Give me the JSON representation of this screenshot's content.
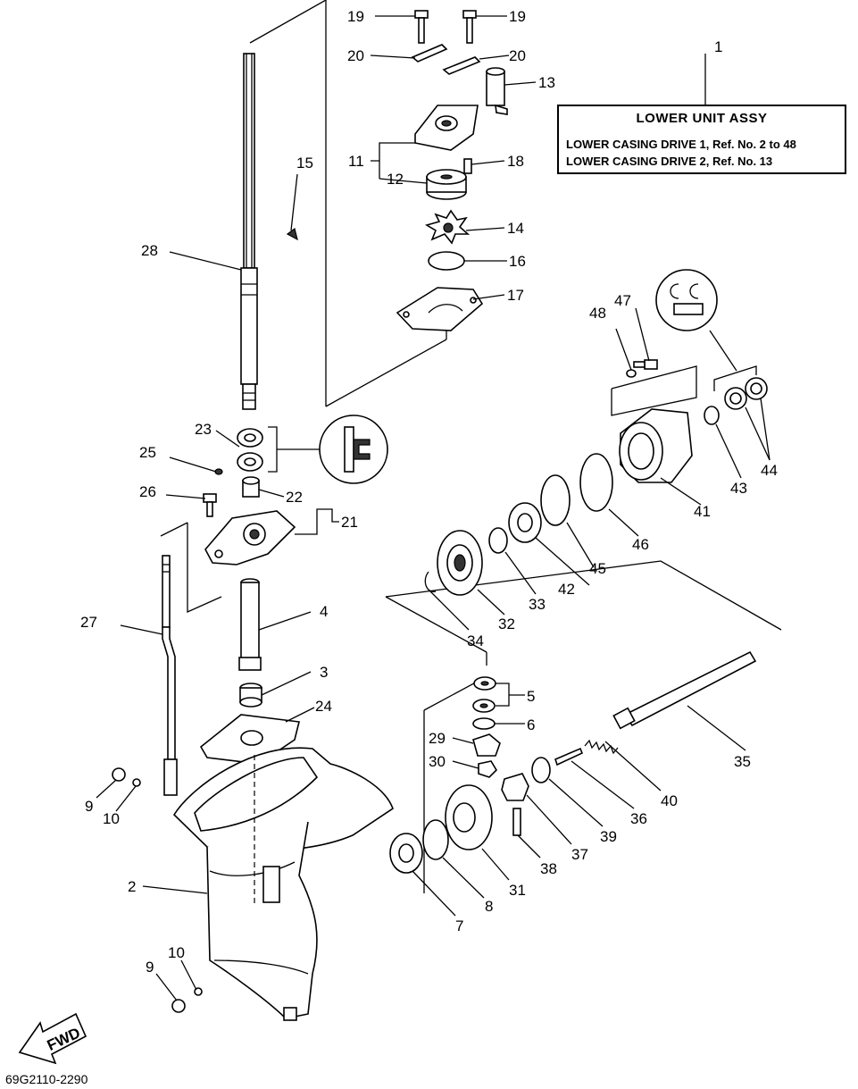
{
  "title_box": {
    "title": "LOWER UNIT ASSY",
    "line1": "LOWER CASING DRIVE 1, Ref. No. 2 to 48",
    "line2": "LOWER CASING DRIVE 2, Ref. No. 13"
  },
  "fwd_label": "FWD",
  "drawing_code": "69G2110-2290",
  "callouts": {
    "c1": "1",
    "c2": "2",
    "c3": "3",
    "c4": "4",
    "c5": "5",
    "c6": "6",
    "c7": "7",
    "c8": "8",
    "c9a": "9",
    "c9b": "9",
    "c10a": "10",
    "c10b": "10",
    "c11": "11",
    "c12": "12",
    "c13": "13",
    "c14": "14",
    "c15": "15",
    "c16": "16",
    "c17": "17",
    "c18": "18",
    "c19a": "19",
    "c19b": "19",
    "c20a": "20",
    "c20b": "20",
    "c21": "21",
    "c22": "22",
    "c23": "23",
    "c24": "24",
    "c25": "25",
    "c26": "26",
    "c27": "27",
    "c28": "28",
    "c29": "29",
    "c30": "30",
    "c31": "31",
    "c32": "32",
    "c33": "33",
    "c34": "34",
    "c35": "35",
    "c36": "36",
    "c37": "37",
    "c38": "38",
    "c39": "39",
    "c40": "40",
    "c41": "41",
    "c42": "42",
    "c43": "43",
    "c44": "44",
    "c45": "45",
    "c46": "46",
    "c47": "47",
    "c48": "48"
  },
  "icons": {
    "seal_detail": "seal-cross-section-icon",
    "gc_detail": "gc-bushing-icon",
    "fwd_arrow": "forward-arrow-icon"
  }
}
